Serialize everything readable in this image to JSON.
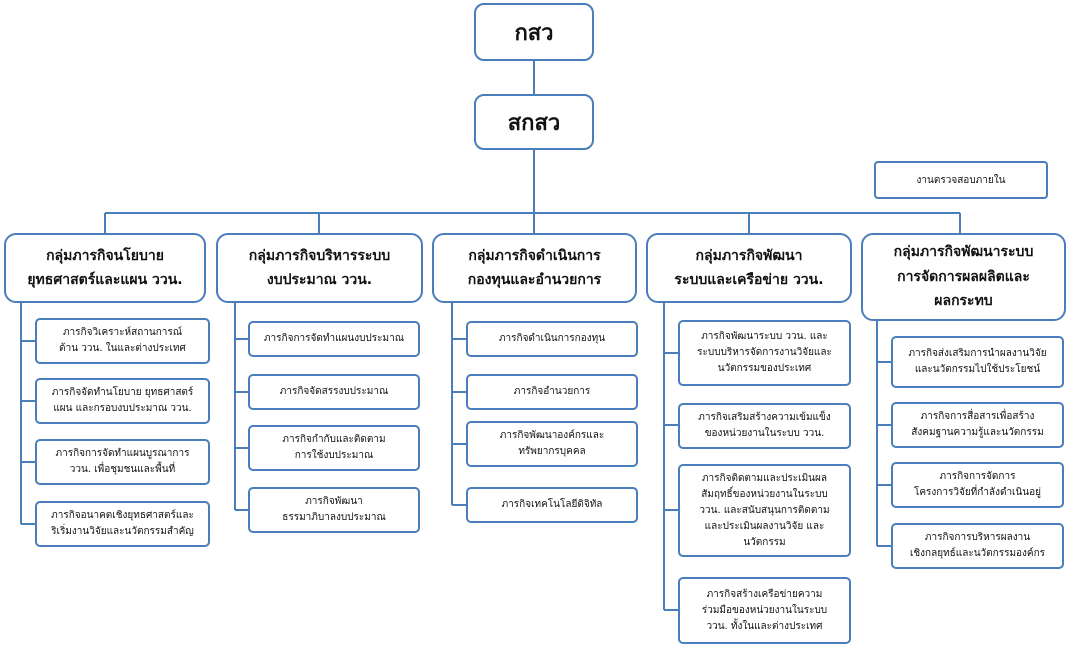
{
  "top": "กสว",
  "second": "สกสว",
  "audit": "งานตรวจสอบภายใน",
  "groups": [
    {
      "title": "กลุ่มภารกิจนโยบาย\nยุทธศาสตร์และแผน ววน.",
      "tasks": [
        "ภารกิจวิเคราะห์สถานการณ์\nด้าน ววน. ในและต่างประเทศ",
        "ภารกิจจัดทำนโยบาย ยุทธศาสตร์\nแผน และกรอบงบประมาณ ววน.",
        "ภารกิจการจัดทำแผนบูรณาการ\nววน. เพื่อชุมชนและพื้นที่",
        "ภารกิจอนาคตเชิงยุทธศาสตร์และ\nริเริ่มงานวิจัยและนวัตกรรมสำคัญ"
      ]
    },
    {
      "title": "กลุ่มภารกิจบริหารระบบ\nงบประมาณ ววน.",
      "tasks": [
        "ภารกิจการจัดทำแผนงบประมาณ",
        "ภารกิจจัดสรรงบประมาณ",
        "ภารกิจกำกับและติดตาม\nการใช้งบประมาณ",
        "ภารกิจพัฒนา\nธรรมาภิบาลงบประมาณ"
      ]
    },
    {
      "title": "กลุ่มภารกิจดำเนินการ\nกองทุนและอำนวยการ",
      "tasks": [
        "ภารกิจดำเนินการกองทุน",
        "ภารกิจอำนวยการ",
        "ภารกิจพัฒนาองค์กรและ\nทรัพยากรบุคคล",
        "ภารกิจเทคโนโลยีดิจิทัล"
      ]
    },
    {
      "title": "กลุ่มภารกิจพัฒนา\nระบบและเครือข่าย ววน.",
      "tasks": [
        "ภารกิจพัฒนาระบบ ววน. และ\nระบบบริหารจัดการงานวิจัยและ\nนวัตกรรมของประเทศ",
        "ภารกิจเสริมสร้างความเข้มแข็ง\nของหน่วยงานในระบบ ววน.",
        "ภารกิจติดตามและประเมินผล\nสัมฤทธิ์ของหน่วยงานในระบบ\nววน. และสนับสนุนการติดตาม\nและประเมินผลงานวิจัย และ\nนวัตกรรม",
        "ภารกิจสร้างเครือข่ายความ\nร่วมมือของหน่วยงานในระบบ\nววน. ทั้งในและต่างประเทศ"
      ]
    },
    {
      "title": "กลุ่มภารกิจพัฒนาระบบ\nการจัดการผลผลิตและ\nผลกระทบ",
      "tasks": [
        "ภารกิจส่งเสริมการนำผลงานวิจัย\nและนวัตกรรมไปใช้ประโยชน์",
        "ภารกิจการสื่อสารเพื่อสร้าง\nสังคมฐานความรู้และนวัตกรรม",
        "ภารกิจการจัดการ\nโครงการวิจัยที่กำลังดำเนินอยู่",
        "ภารกิจการบริหารผลงาน\nเชิงกลยุทธ์และนวัตกรรมองค์กร"
      ]
    }
  ]
}
